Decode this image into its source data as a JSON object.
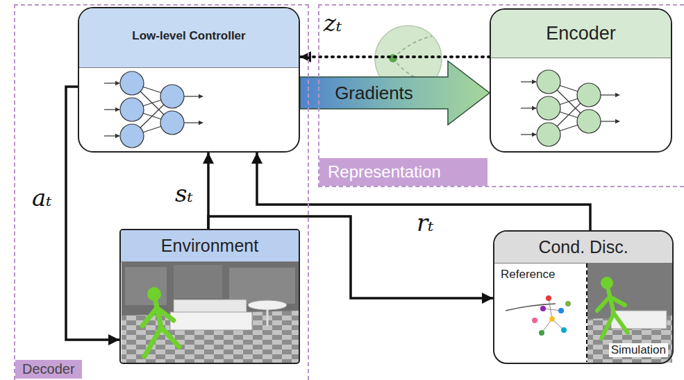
{
  "diagram": {
    "nodes": [
      {
        "text": [
          "Decoder"
        ]
      },
      {
        "text": [
          "Low-level Controller"
        ],
        "in": 0
      },
      {
        "text": [
          "Environment"
        ],
        "in": 0
      },
      {
        "text": [
          "Representation"
        ]
      },
      {
        "text": [
          "Encoder"
        ],
        "in": 3
      },
      {
        "text": [
          "Cond. Disc.",
          "Reference",
          "Simulation"
        ]
      }
    ],
    "edges": [
      {
        "from": 4,
        "to": 1,
        "label": "zₜ",
        "arrow": "to"
      },
      {
        "from": 1,
        "to": 4,
        "label": "Gradients",
        "arrow": "to"
      },
      {
        "from": 1,
        "to": 2,
        "label": "aₜ",
        "arrow": "to"
      },
      {
        "from": 2,
        "to": 1,
        "label": "sₜ",
        "arrow": "to"
      },
      {
        "from": 2,
        "to": 5,
        "arrow": "to"
      },
      {
        "from": 5,
        "to": 1,
        "label": "rₜ",
        "arrow": "to"
      }
    ]
  }
}
